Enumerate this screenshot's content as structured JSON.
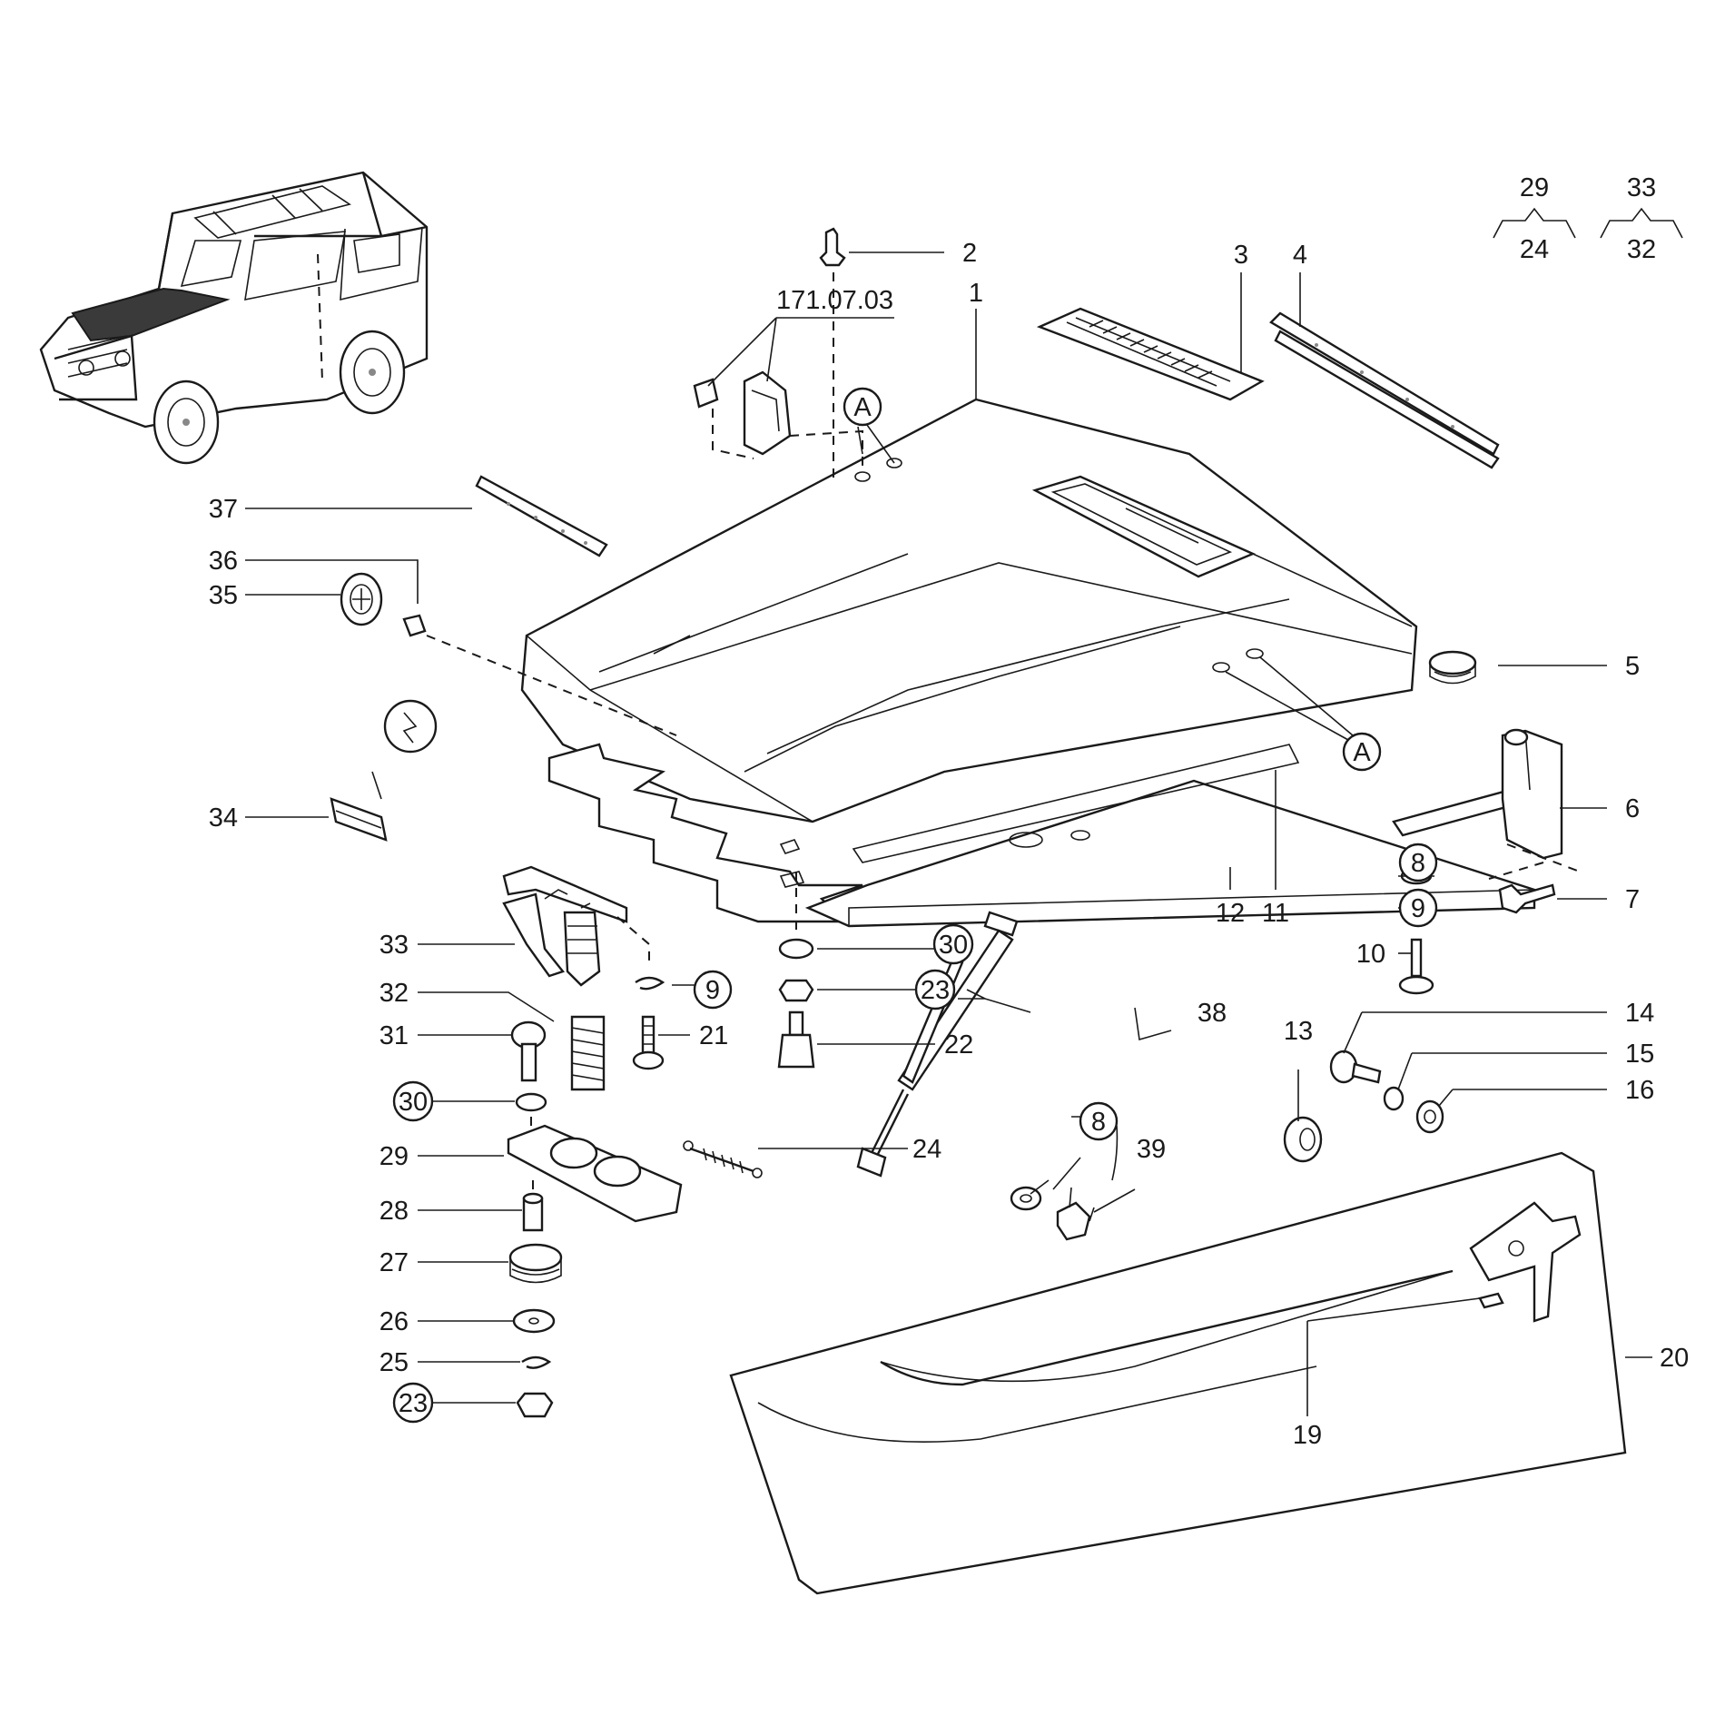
{
  "labels": {
    "l1": "1",
    "l2": "2",
    "l3": "3",
    "l4": "4",
    "l5": "5",
    "l6": "6",
    "l7": "7",
    "l8a": "8",
    "l8b": "8",
    "l9a": "9",
    "l9b": "9",
    "l10": "10",
    "l11": "11",
    "l12": "12",
    "l13": "13",
    "l14": "14",
    "l15": "15",
    "l16": "16",
    "l19": "19",
    "l20": "20",
    "l21": "21",
    "l22": "22",
    "l23a": "23",
    "l23b": "23",
    "l24": "24",
    "l25": "25",
    "l26": "26",
    "l27": "27",
    "l28": "28",
    "l29": "29",
    "l30a": "30",
    "l30b": "30",
    "l31": "31",
    "l32": "32",
    "l33": "33",
    "l34": "34",
    "l35": "35",
    "l36": "36",
    "l37": "37",
    "l38": "38",
    "l39": "39",
    "ref": "171.07.03",
    "markA1": "A",
    "markA2": "A"
  },
  "legend": {
    "g1_top": "29",
    "g1_bottom": "24",
    "g2_top": "33",
    "g2_bottom": "32"
  }
}
